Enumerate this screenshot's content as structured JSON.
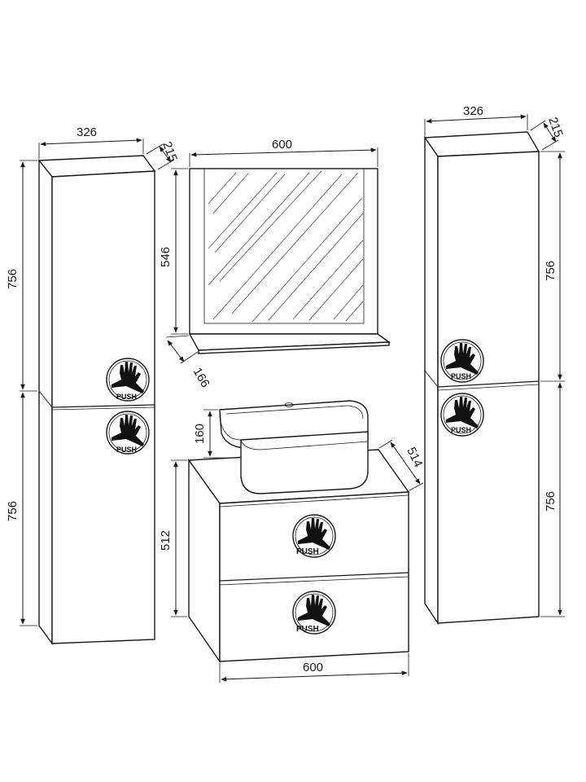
{
  "diagram": {
    "left_cabinet": {
      "width": "326",
      "depth": "215",
      "upper_height": "756",
      "lower_height": "756"
    },
    "mirror": {
      "width": "600",
      "height": "546",
      "shelf_depth": "166"
    },
    "basin": {
      "height": "160",
      "depth": "514"
    },
    "vanity": {
      "height": "512",
      "width": "600"
    },
    "right_cabinet": {
      "width": "326",
      "depth": "215",
      "upper_height": "756",
      "lower_height": "756"
    },
    "push_label": "PUSH",
    "colors": {
      "line": "#1a1a1a",
      "background": "#ffffff"
    }
  }
}
